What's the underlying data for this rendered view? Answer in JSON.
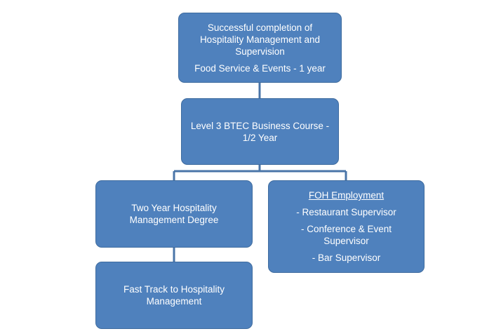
{
  "colors": {
    "box_fill": "#4f81bd",
    "box_border": "#3f6c9f",
    "connector": "#4a75a8",
    "text": "#ffffff"
  },
  "nodes": {
    "completion": {
      "line1": "Successful completion of Hospitality Management and Supervision",
      "line2": "Food Service & Events - 1 year"
    },
    "btec": {
      "text": "Level 3 BTEC Business Course - 1/2 Year"
    },
    "degree": {
      "text": "Two Year Hospitality Management Degree"
    },
    "fast_track": {
      "text": "Fast Track to Hospitality Management"
    },
    "foh": {
      "heading": "FOH Employment",
      "items": [
        "- Restaurant Supervisor",
        "- Conference & Event Supervisor",
        "- Bar Supervisor"
      ]
    }
  }
}
